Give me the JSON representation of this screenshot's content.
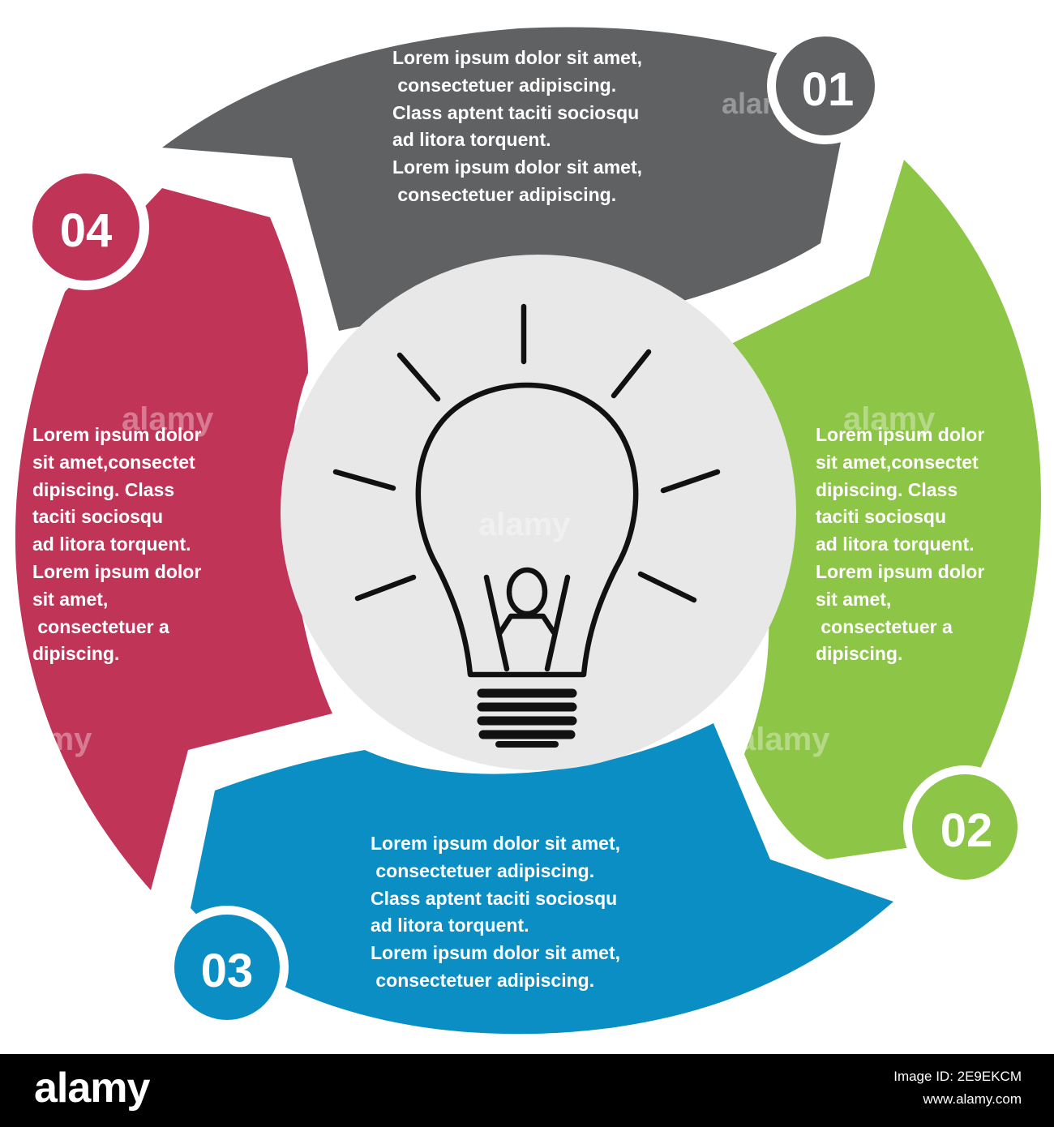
{
  "colors": {
    "segment_01": "#606163",
    "segment_02": "#8dc546",
    "segment_03": "#0b8ec3",
    "segment_04": "#c03458",
    "center_circle": "#e8e8e8",
    "bulb_stroke": "#111111",
    "footer_background": "#000000"
  },
  "icons": {
    "center": "light-bulb-icon"
  },
  "segments": [
    {
      "number": "01",
      "text": "Lorem ipsum dolor sit amet,\n consectetuer adipiscing.\nClass aptent taciti sociosqu\nad litora torquent.\nLorem ipsum dolor sit amet,\n consectetuer adipiscing."
    },
    {
      "number": "02",
      "text": "Lorem ipsum dolor\nsit amet,consectet\ndipiscing. Class\ntaciti sociosqu\nad litora torquent.\nLorem ipsum dolor\nsit amet,\n consectetuer a\ndipiscing."
    },
    {
      "number": "03",
      "text": "Lorem ipsum dolor sit amet,\n consectetuer adipiscing.\nClass aptent taciti sociosqu\nad litora torquent.\nLorem ipsum dolor sit amet,\n consectetuer adipiscing."
    },
    {
      "number": "04",
      "text": "Lorem ipsum dolor\nsit amet,consectet\ndipiscing. Class\ntaciti sociosqu\nad litora torquent.\nLorem ipsum dolor\nsit amet,\n consectetuer a\ndipiscing."
    }
  ],
  "watermark": {
    "text": "alamy"
  },
  "footer": {
    "logo": "alamy",
    "image_id": "Image ID: 2E9EKCM",
    "site": "www.alamy.com"
  }
}
